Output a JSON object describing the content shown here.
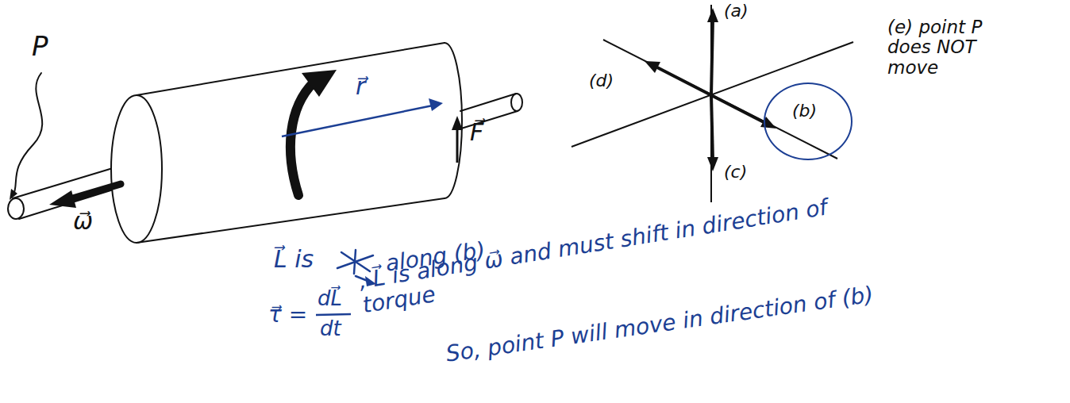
{
  "diagram": {
    "nodes": [
      {
        "text": [
          "(b)"
        ]
      }
    ],
    "labels": [
      "P",
      "ω⃗",
      "r⃗",
      "F⃗",
      "(a)",
      "(d)",
      "(c)",
      "(e) point P does NOT move",
      "L⃗ is",
      "along (b)",
      "τ⃗ =",
      "dL⃗",
      "dt",
      ", L⃗ is along ω⃗ and must shift in direction of torque",
      "So, point P will move in direction of (b)"
    ]
  }
}
